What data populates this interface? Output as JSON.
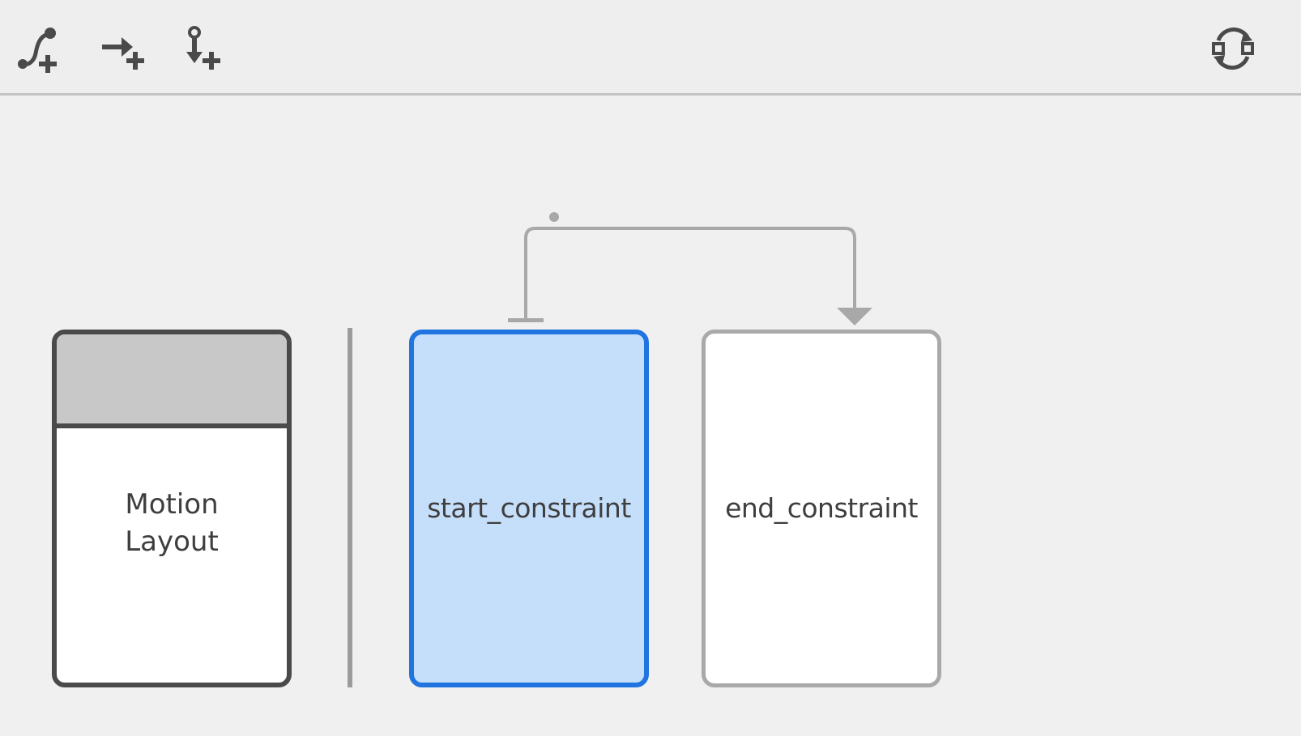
{
  "toolbar": {
    "buttons": [
      {
        "icon": "add-transition-icon"
      },
      {
        "icon": "add-click-handler-icon"
      },
      {
        "icon": "add-swipe-handler-icon"
      }
    ],
    "right_button": {
      "icon": "cycle-layouts-icon"
    }
  },
  "graph": {
    "motion_layout": {
      "label": "Motion Layout"
    },
    "start_constraint": {
      "label": "start_constraint"
    },
    "end_constraint": {
      "label": "end_constraint"
    }
  },
  "colors": {
    "selected_border": "#1f74e0",
    "selected_fill": "#c5defa",
    "icon": "#4a4a4a",
    "connector": "#a8a8a8"
  }
}
